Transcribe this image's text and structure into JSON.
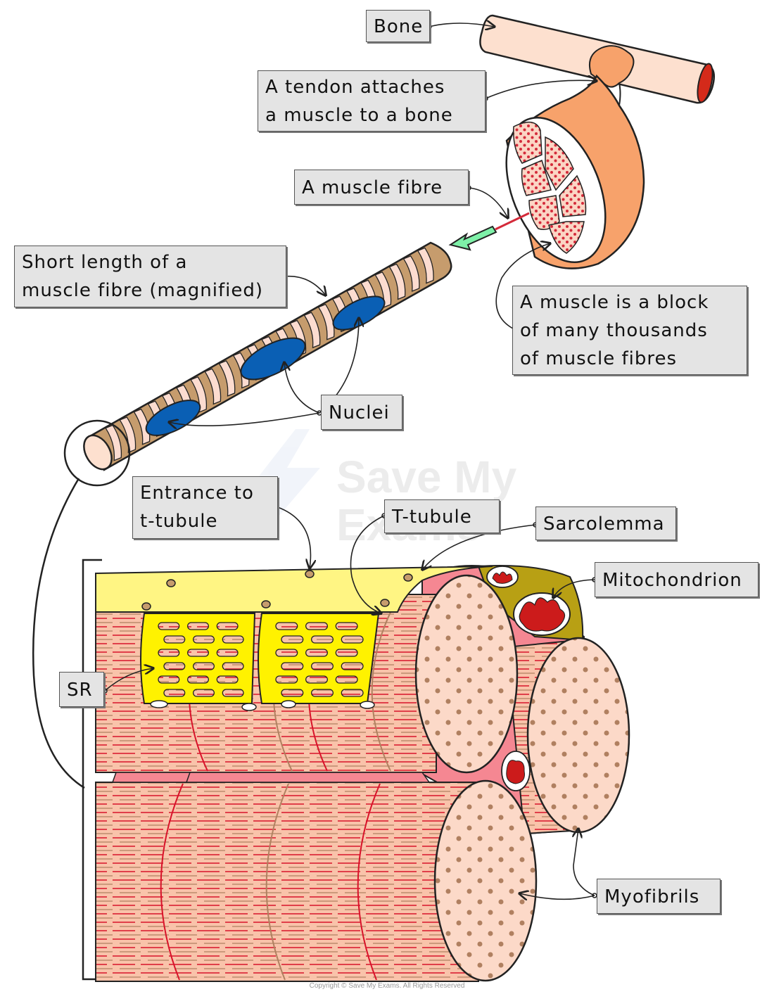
{
  "labels": {
    "bone": "Bone",
    "tendon_line1": "A tendon attaches",
    "tendon_line2": "a muscle to a bone",
    "muscle_fibre": "A muscle fibre",
    "short_length_line1": "Short length of a",
    "short_length_line2": "muscle fibre (magnified)",
    "muscle_block_line1": "A muscle is a block",
    "muscle_block_line2": "of many thousands",
    "muscle_block_line3": "of muscle fibres",
    "nuclei": "Nuclei",
    "entrance_line1": "Entrance to",
    "entrance_line2": "t-tubule",
    "t_tubule": "T-tubule",
    "sarcolemma": "Sarcolemma",
    "mitochondrion": "Mitochondrion",
    "sr": "SR",
    "myofibrils": "Myofibrils"
  },
  "watermark": {
    "line1": "Save My",
    "line2": "Exams"
  },
  "copyright": "Copyright © Save My Exams. All Rights Reserved",
  "colors": {
    "bone": "#fde0cf",
    "bone_marrow": "#d42a1a",
    "muscle": "#f7a26b",
    "fibre_section": "#fbd5c4",
    "fibre_dots": "#d42a3a",
    "fibre_band_dark": "#c69c6d",
    "fibre_band_light": "#fcdcd0",
    "nucleus": "#0a5fb4",
    "sarcolemma": "#fff583",
    "sr": "#fff200",
    "myofibril": "#f9c3aa",
    "myofibril_lines": "#d8132a",
    "myofibril_end": "#fcd9c8",
    "myofibril_dots": "#b08060",
    "membrane_pink": "#f58792",
    "mito_outer": "#b8a014",
    "mito_inner": "#cc1b1b",
    "label_bg": "#e4e4e4",
    "arrow_green": "#7ef0a8"
  }
}
